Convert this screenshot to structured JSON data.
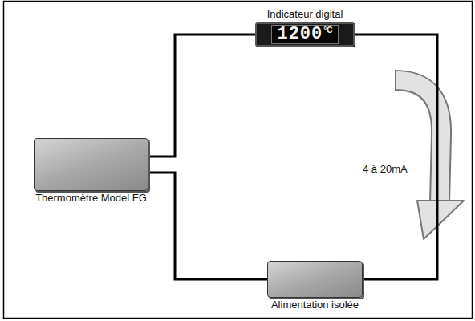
{
  "diagram": {
    "nodes": [
      {
        "text": [
          "Thermomètre Model FG"
        ]
      },
      {
        "text": [
          "Indicateur digital",
          "1200",
          "°C"
        ]
      },
      {
        "text": [
          "Alimentation isolée"
        ]
      }
    ],
    "edges": [
      {
        "from": 0,
        "to": 1,
        "arrow": "none"
      },
      {
        "from": 1,
        "to": 2,
        "arrow": "none"
      },
      {
        "from": 2,
        "to": 0,
        "arrow": "none"
      }
    ],
    "labels": [
      "4 à 20mA"
    ]
  }
}
